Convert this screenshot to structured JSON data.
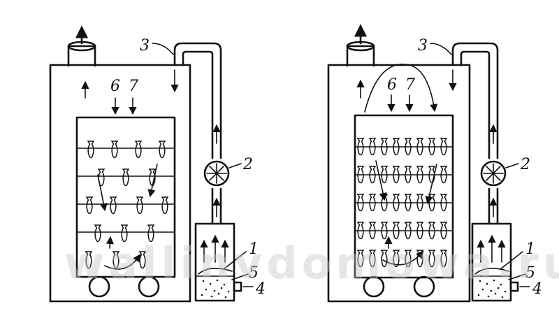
{
  "left": {
    "labels": {
      "l1": "1",
      "l2": "2",
      "l3": "3",
      "l4": "4",
      "l5": "5",
      "l6": "6",
      "l7": "7"
    }
  },
  "right": {
    "labels": {
      "l1": "1",
      "l2": "2",
      "l3": "3",
      "l4": "4",
      "l5": "5",
      "l6": "6",
      "l7": "7"
    }
  },
  "watermark": "wallinvdomowa.ru"
}
